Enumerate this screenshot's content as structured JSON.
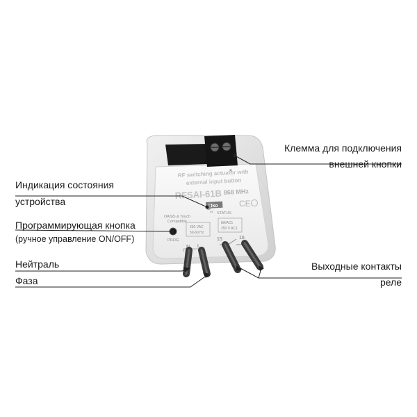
{
  "labels": {
    "terminal": {
      "line1": "Клемма для подключения",
      "line2": "внешней кнопки"
    },
    "status": {
      "line1": "Индикация состояния",
      "line2": "устройства"
    },
    "prog": {
      "line1": "Программирующая кнопка",
      "line2": "(ручное управление ON/OFF)"
    },
    "neutral": "Нейтраль",
    "phase": "Фаза",
    "output": {
      "line1": "Выходные контакты",
      "line2": "реле"
    }
  },
  "device": {
    "title1": "RF switching actuator with",
    "title2": "external input button",
    "model": "RFSAI-61B",
    "freq": "868 MHz",
    "brand": "Elko",
    "brand_sub": "ep",
    "status_text": "STATUS",
    "compat1": "OASiS & Touch",
    "compat2": "Compatible",
    "voltage1": "230 VAC",
    "voltage2": "50-60 Hz",
    "rating1": "8A/AC1",
    "rating2": "250 V AC1",
    "prog_text": "PROG",
    "term_n": "N",
    "term_l": "L",
    "term_15": "15",
    "term_16": "16",
    "ce": "CE",
    "input_mark": "S",
    "input_mark2": "S"
  },
  "colors": {
    "housing": "#e6e6e6",
    "front": "#f4f4f4",
    "terminal_block": "#1c1c1c",
    "wire": "#5a5a5a",
    "leader": "#222222"
  }
}
